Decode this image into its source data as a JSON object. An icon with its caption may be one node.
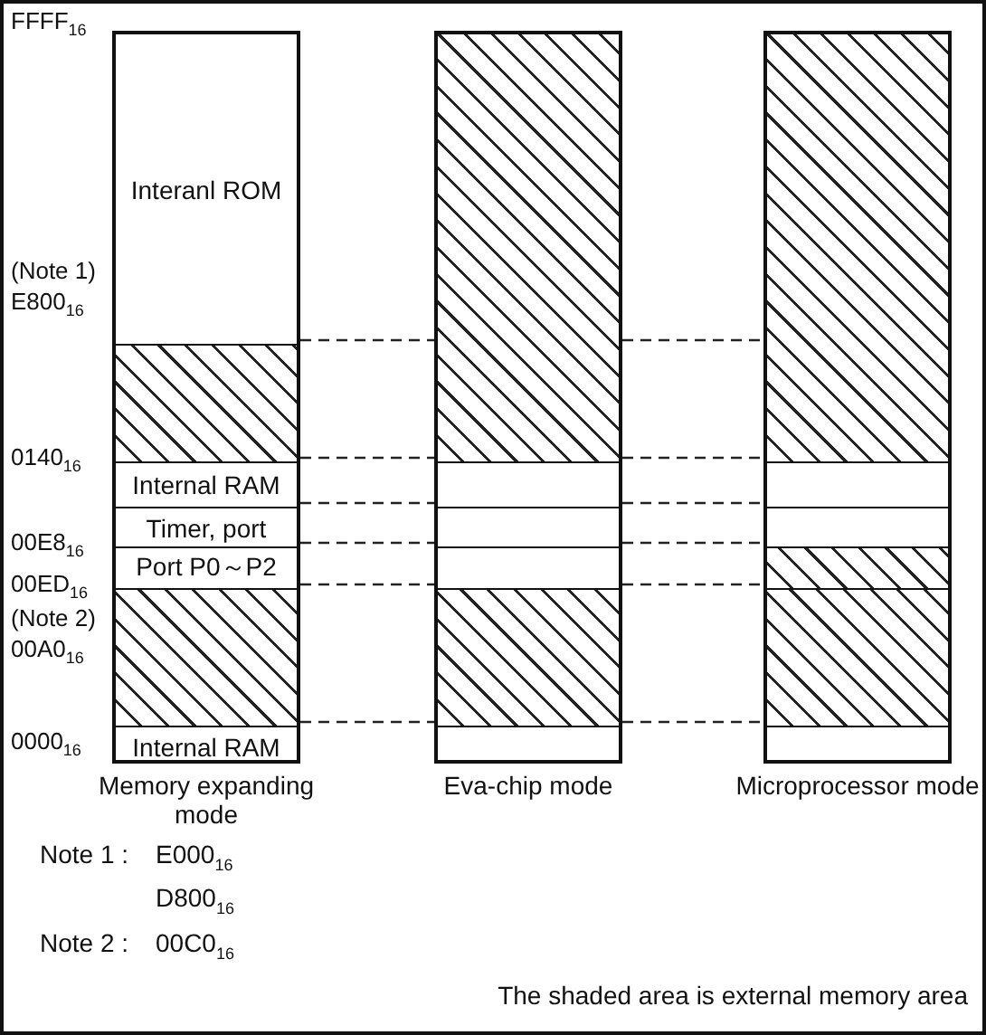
{
  "diagram": {
    "nodes": [
      {
        "text": [],
        "shape": "box",
        "beside": [
          "Memory expanding mode"
        ]
      },
      {
        "text": [
          "Interanl ROM"
        ],
        "in": 0
      },
      {
        "text": [],
        "shape": "box",
        "in": 0
      },
      {
        "text": [
          "Internal RAM"
        ],
        "in": 0
      },
      {
        "text": [
          "Timer, port"
        ],
        "in": 0
      },
      {
        "text": [
          "Port P0～P2"
        ],
        "in": 0
      },
      {
        "text": [],
        "shape": "box",
        "in": 0
      },
      {
        "text": [
          "Internal RAM"
        ],
        "in": 0
      },
      {
        "text": [],
        "shape": "box",
        "beside": [
          "Eva-chip mode"
        ]
      },
      {
        "text": [],
        "shape": "box",
        "in": 8
      },
      {
        "text": [],
        "shape": "box",
        "in": 8
      },
      {
        "text": [],
        "shape": "box",
        "in": 8
      },
      {
        "text": [],
        "shape": "box",
        "in": 8
      },
      {
        "text": [],
        "shape": "box",
        "in": 8
      },
      {
        "text": [],
        "shape": "box",
        "in": 8
      },
      {
        "text": [],
        "shape": "box",
        "beside": [
          "Microprocessor mode"
        ]
      },
      {
        "text": [],
        "shape": "box",
        "in": 15
      },
      {
        "text": [],
        "shape": "box",
        "in": 15
      },
      {
        "text": [],
        "shape": "box",
        "in": 15
      },
      {
        "text": [],
        "shape": "box",
        "in": 15
      },
      {
        "text": [],
        "shape": "box",
        "in": 15
      },
      {
        "text": [],
        "shape": "box",
        "in": 15
      }
    ],
    "labels": [
      "FFFF$_{16}$",
      "(Note 1)",
      "E800$_{16}$",
      "0140$_{16}$",
      "00E8$_{16}$",
      "00ED$_{16}$",
      "(Note 2)",
      "00A0$_{16}$",
      "0000$_{16}$",
      "Note 1 :",
      "E000$_{16}$",
      "D800$_{16}$",
      "Note 2 :",
      "00C0$_{16}$",
      "The shaded area is external memory area"
    ]
  }
}
